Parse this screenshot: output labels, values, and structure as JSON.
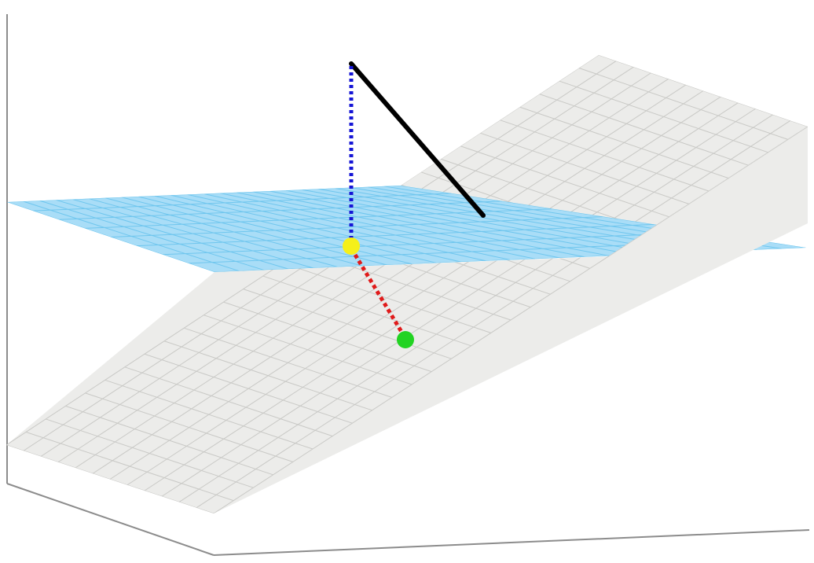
{
  "colors": {
    "background": "#ffffff",
    "axis": "#8c8c8c",
    "gray_plane_fill": "#ececea",
    "gray_plane_grid": "#c9c9c6",
    "blue_plane_fill": "#a9ddf7",
    "blue_plane_grid": "#6fc6ee",
    "solid_segment": "#000000",
    "vertical_dotted": "#1515d6",
    "red_dotted": "#e01a1a",
    "yellow_point": "#f5f01a",
    "green_point": "#22d322"
  },
  "gray_plane_grid": {
    "rows": 12,
    "cols": 30
  },
  "blue_plane_grid": {
    "rows": 8,
    "cols": 24
  }
}
